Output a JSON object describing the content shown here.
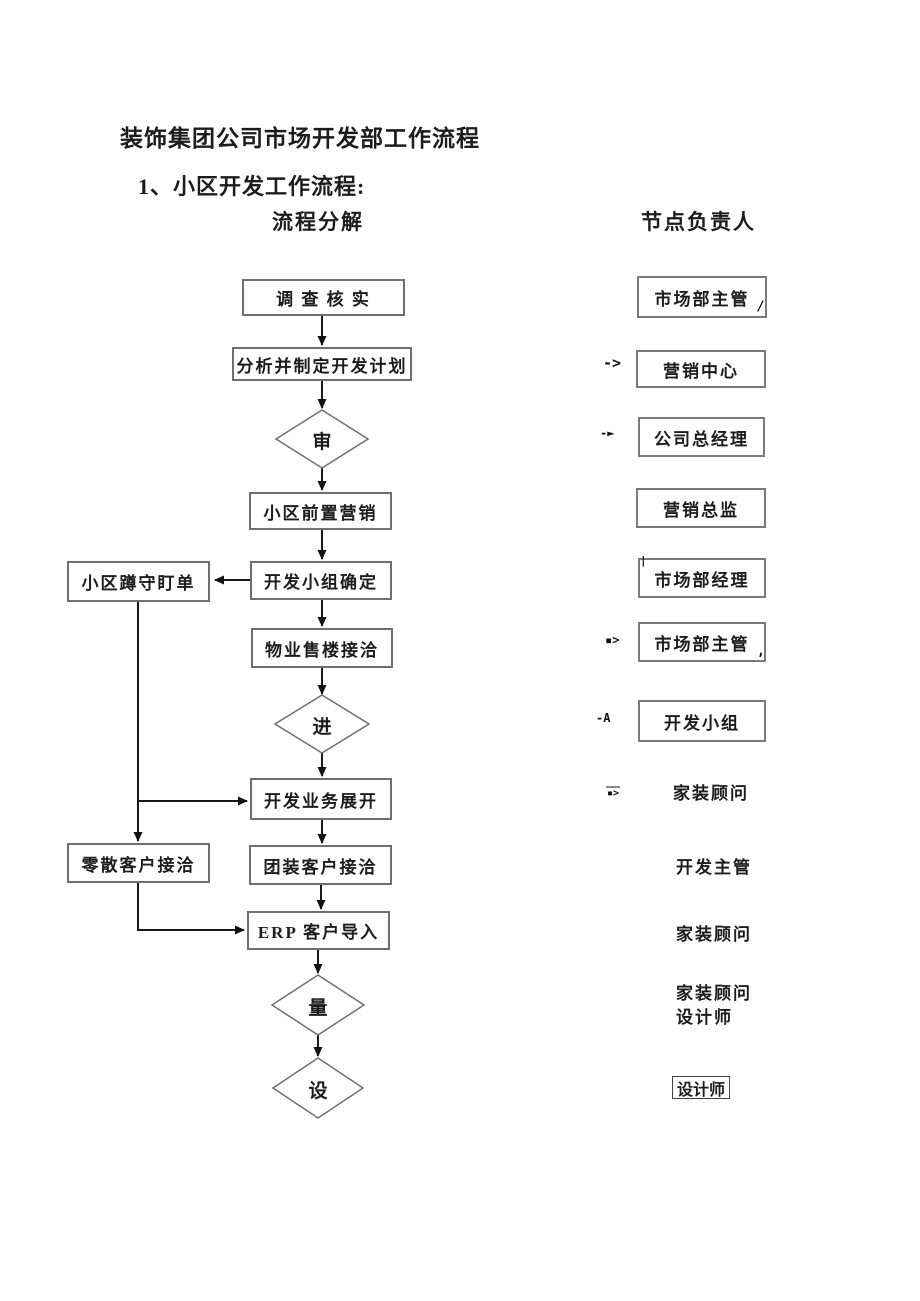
{
  "doc": {
    "title": "装饰集团公司市场开发部工作流程",
    "section": "1、小区开发工作流程:",
    "col_process": "流程分解",
    "col_owner": "节点负责人"
  },
  "flow": {
    "investigate": "调 查 核 实",
    "plan": "分析并制定开发计划",
    "review": "审",
    "pre_marketing": "小区前置营销",
    "stakeout": "小区蹲守盯单",
    "team_confirm": "开发小组确定",
    "property_contact": "物业售楼接洽",
    "enter": "进",
    "business_expand": "开发业务展开",
    "scattered_clients": "零散客户接洽",
    "group_clients": "团装客户接洽",
    "erp_import": "ERP 客户导入",
    "measure": "量",
    "design": "设"
  },
  "owners": {
    "market_supervisor_1": "市场部主管",
    "marketing_center": "营销中心",
    "general_manager": "公司总经理",
    "marketing_director": "营销总监",
    "market_manager": "市场部经理",
    "market_supervisor_2": "市场部主管",
    "dev_team": "开发小组",
    "consultant_1": "家装顾问",
    "dev_supervisor": "开发主管",
    "consultant_2": "家装顾问",
    "consultant_3": "家装顾问",
    "designer_1": "设计师",
    "designer_2": "设计师"
  },
  "marks": {
    "arrow_dash_gt": "->",
    "arrow_dash_tri": "-►",
    "arrow_sq_gt": "▪>",
    "arrow_dash_a": "-A",
    "arrow_sq_tri": "▪>",
    "corner_slash": "/",
    "corner_comma": ",",
    "corner_tick": "|"
  },
  "colors": {
    "line": "#1a1a1a",
    "box_border": "#6f6f6f",
    "text": "#1c1c1c"
  }
}
